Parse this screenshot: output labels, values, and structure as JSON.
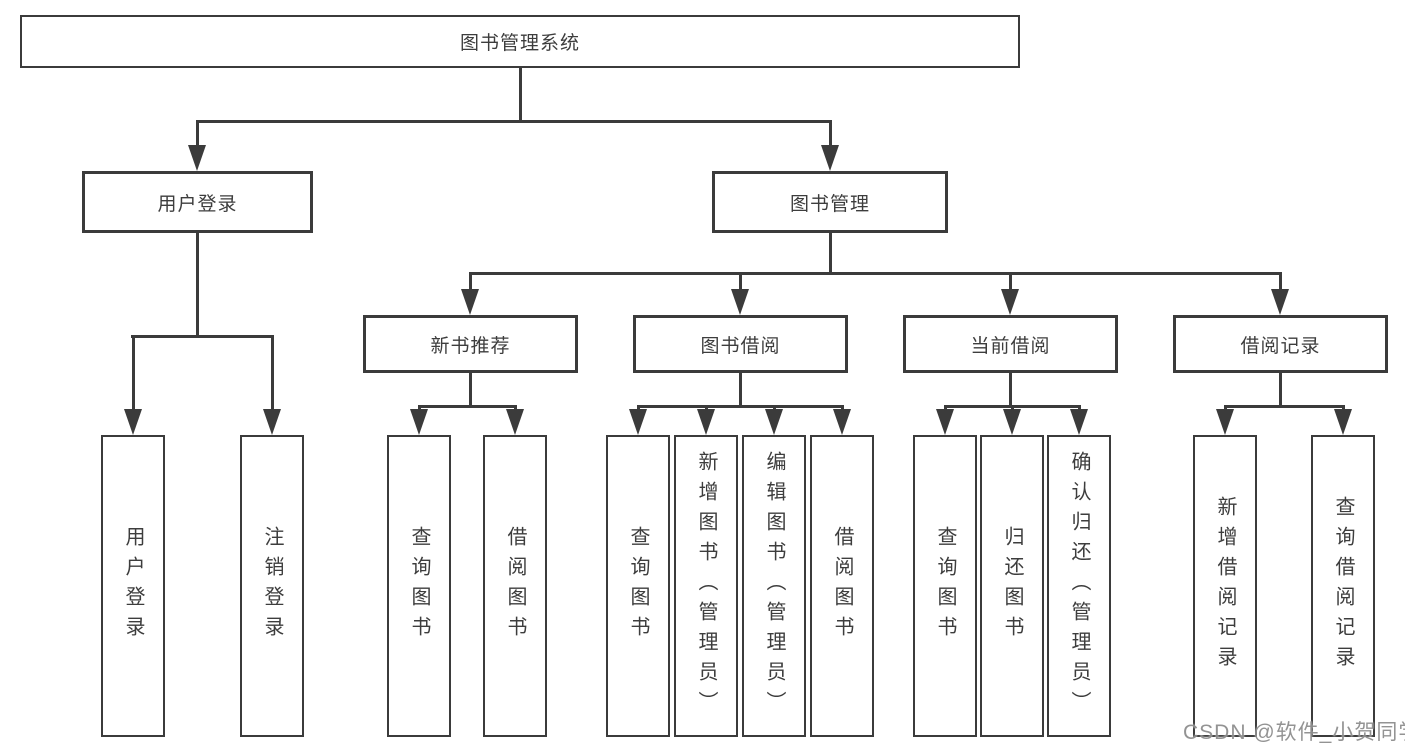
{
  "diagram": {
    "type": "hierarchy",
    "colors": {
      "line": "#3b3b3b",
      "border": "#3b3b3b",
      "text": "#3d3d3d",
      "box_background": "#ffffff",
      "watermark": "#8a8a8a",
      "background": "#ffffff"
    },
    "tree": {
      "label": "图书管理系统",
      "children": [
        {
          "label": "用户登录",
          "children": [
            {
              "label": "用户登录"
            },
            {
              "label": "注销登录"
            }
          ]
        },
        {
          "label": "图书管理",
          "children": [
            {
              "label": "新书推荐",
              "children": [
                {
                  "label": "查询图书"
                },
                {
                  "label": "借阅图书"
                }
              ]
            },
            {
              "label": "图书借阅",
              "children": [
                {
                  "label": "查询图书"
                },
                {
                  "label": "新增图书（管理员）"
                },
                {
                  "label": "编辑图书（管理员）"
                },
                {
                  "label": "借阅图书"
                }
              ]
            },
            {
              "label": "当前借阅",
              "children": [
                {
                  "label": "查询图书"
                },
                {
                  "label": "归还图书"
                },
                {
                  "label": "确认归还（管理员）"
                }
              ]
            },
            {
              "label": "借阅记录",
              "children": [
                {
                  "label": "新增借阅记录"
                },
                {
                  "label": "查询借阅记录"
                }
              ]
            }
          ]
        }
      ]
    },
    "watermark": {
      "text": "CSDN @软件_小贺同学"
    }
  }
}
